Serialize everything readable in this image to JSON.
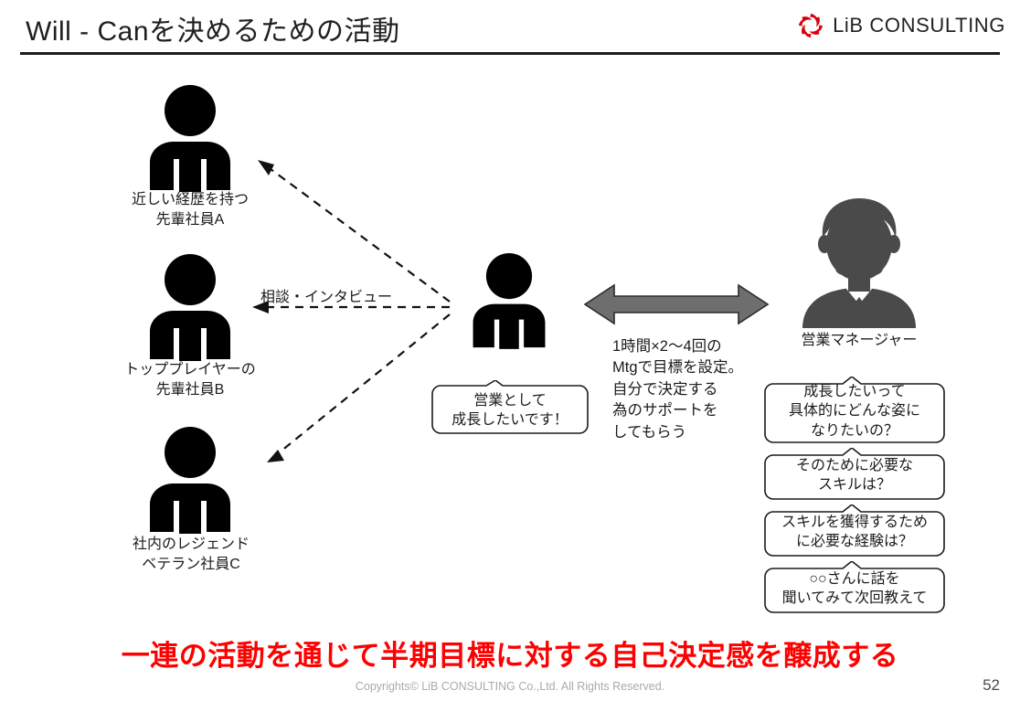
{
  "header": {
    "title": "Will - Canを決めるための活動",
    "logo_text": "LiB CONSULTING",
    "logo_icon": "lib-spiral-logo",
    "brand_color": "#d7000f"
  },
  "people": {
    "senior_a": {
      "icon": "person-silhouette",
      "caption": "近しい経歴を持つ\n先輩社員A"
    },
    "senior_b": {
      "icon": "person-silhouette",
      "caption": "トッププレイヤーの\n先輩社員B"
    },
    "veteran_c": {
      "icon": "person-silhouette",
      "caption": "社内のレジェンド\nベテラン社員C"
    },
    "center_employee": {
      "icon": "person-silhouette"
    },
    "manager": {
      "icon": "manager-avatar-glasses-mustache",
      "caption": "営業マネージャー"
    }
  },
  "connectors": {
    "interview_label": "相談・インタビュー",
    "dashed_arrow_icon": "dashed-arrow",
    "double_arrow_icon": "double-headed-arrow",
    "double_arrow_color": "#6b6b6b"
  },
  "notes": {
    "mtg_note": "1時間×2〜4回の\nMtgで目標を設定。\n自分で決定する\n為のサポートを\nしてもらう"
  },
  "bubbles": {
    "employee_wish": "営業として\n成長したいです！",
    "manager_questions": [
      "成長したいって\n具体的にどんな姿に\nなりたいの？",
      "そのために必要な\nスキルは？",
      "スキルを獲得するため\nに必要な経験は？",
      "○○さんに話を\n聞いてみて次回教えて"
    ]
  },
  "conclusion": {
    "text": "一連の活動を通じて半期目標に対する自己決定感を醸成する",
    "color": "#fe0000"
  },
  "footer": {
    "copyright": "Copyrights© LiB CONSULTING Co.,Ltd.  All Rights Reserved.",
    "page_number": "52"
  }
}
